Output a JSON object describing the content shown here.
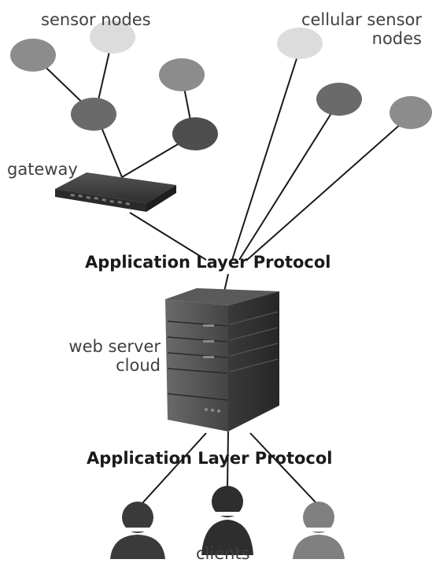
{
  "labels": {
    "sensor_nodes": "sensor nodes",
    "cellular_line1": "cellular sensor",
    "cellular_line2": "nodes",
    "gateway": "gateway",
    "protocol_top": "Application Layer Protocol",
    "web_server_line1": "web server",
    "web_server_line2": "cloud",
    "protocol_bottom": "Application Layer Protocol",
    "clients": "clients"
  },
  "colors": {
    "line": "#1a1a1a",
    "node_light": "#dcdcdc",
    "node_mid": "#8c8c8c",
    "node_dark": "#6a6a6a",
    "node_darkest": "#4e4e4e",
    "server": "#3c3c3c",
    "client_dark": "#3a3a3a",
    "client_light": "#808080"
  },
  "icons": {
    "gateway": "router-icon",
    "server": "server-tower-icon",
    "clients": "person-icon"
  }
}
